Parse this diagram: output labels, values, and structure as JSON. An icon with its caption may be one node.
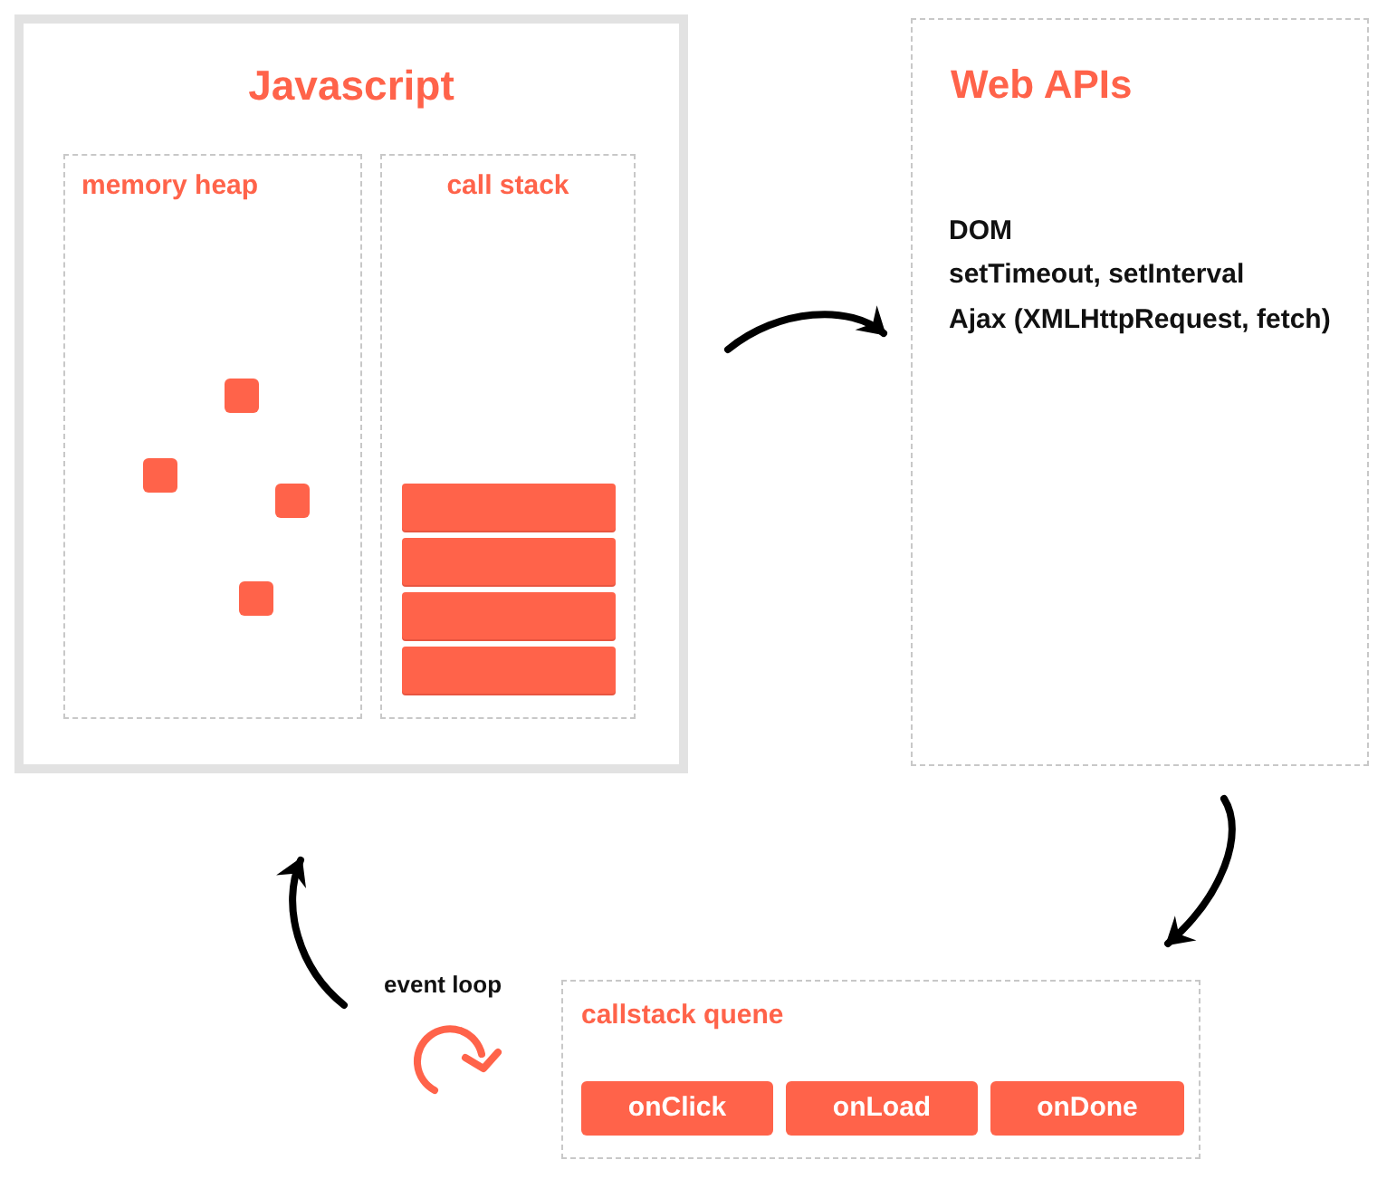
{
  "diagram": {
    "nodes": [
      {
        "text": [
          "Javascript"
        ]
      },
      {
        "text": [
          "memory heap"
        ],
        "in": 0
      },
      {
        "text": [
          "call stack"
        ],
        "in": 0
      },
      {
        "text": [],
        "shape": "box",
        "in": 1
      },
      {
        "text": [],
        "shape": "box",
        "in": 1
      },
      {
        "text": [],
        "shape": "box",
        "in": 1
      },
      {
        "text": [],
        "shape": "box",
        "in": 1
      },
      {
        "text": [],
        "shape": "bar",
        "in": 2
      },
      {
        "text": [],
        "shape": "bar",
        "in": 2
      },
      {
        "text": [],
        "shape": "bar",
        "in": 2
      },
      {
        "text": [],
        "shape": "bar",
        "in": 2
      },
      {
        "text": [
          "Web APIs",
          "DOM",
          "setTimeout, setInterval",
          "Ajax (XMLHttpRequest, fetch)"
        ]
      },
      {
        "text": [
          "callstack quene"
        ]
      },
      {
        "text": [
          "onClick"
        ],
        "in": 12
      },
      {
        "text": [
          "onLoad"
        ],
        "in": 12
      },
      {
        "text": [
          "onDone"
        ],
        "in": 12
      }
    ],
    "edges": [
      {
        "from": 0,
        "to": 11,
        "arrow": "to"
      },
      {
        "from": 11,
        "to": 12,
        "arrow": "to"
      },
      {
        "from": null,
        "to": 0,
        "arrow": "to"
      }
    ],
    "labels": [
      "event loop"
    ]
  }
}
